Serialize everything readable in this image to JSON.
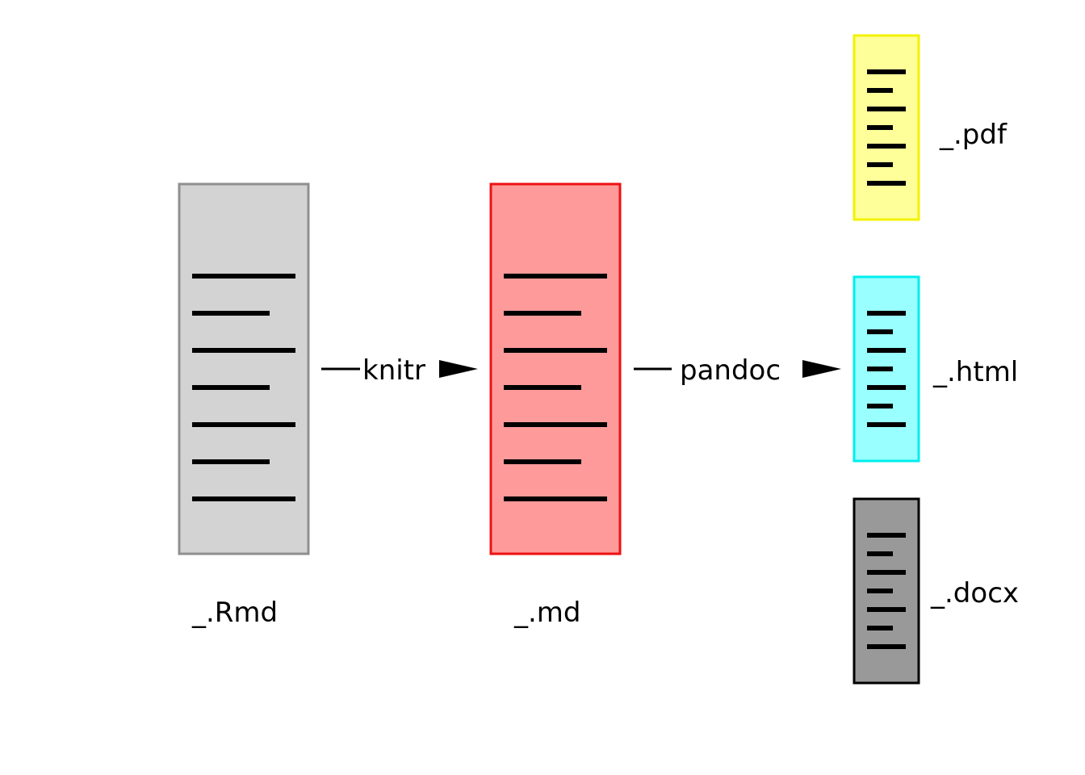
{
  "nodes": {
    "rmd": {
      "label": "_.Rmd",
      "fill": "#d3d3d3",
      "stroke": "#8f8f8f"
    },
    "md": {
      "label": "_.md",
      "fill": "#ff9a9a",
      "stroke": "#ee1111"
    },
    "pdf": {
      "label": "_.pdf",
      "fill": "#ffff99",
      "stroke": "#f2f200"
    },
    "html": {
      "label": "_.html",
      "fill": "#99ffff",
      "stroke": "#00eeee"
    },
    "docx": {
      "label": "_.docx",
      "fill": "#999999",
      "stroke": "#000000"
    }
  },
  "edges": {
    "knitr": {
      "label": "knitr"
    },
    "pandoc": {
      "label": "pandoc"
    }
  },
  "colors": {
    "lines": "#000000",
    "background": "#ffffff"
  }
}
